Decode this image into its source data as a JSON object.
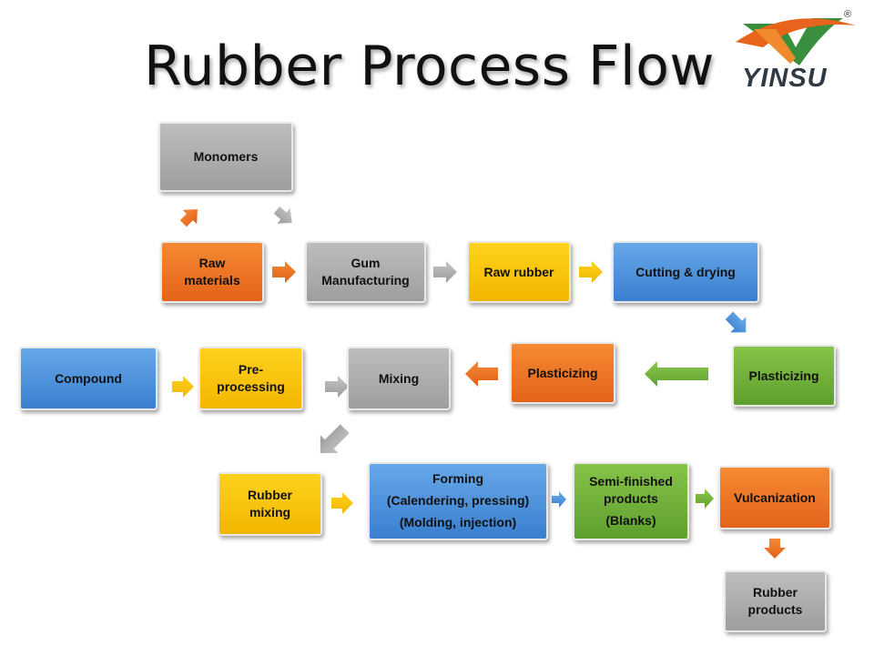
{
  "title": "Rubber Process Flow",
  "logo": {
    "text": "YINSU",
    "registered": "®"
  },
  "colors": {
    "gray": "#a6a6a6",
    "orange": "#ec7226",
    "yellow": "#fac317",
    "blue": "#4f94dd",
    "green": "#73b23b"
  },
  "nodes": {
    "monomers": "Monomers",
    "raw_materials": [
      "Raw",
      "materials"
    ],
    "gum_manufacturing": [
      "Gum",
      "Manufacturing"
    ],
    "raw_rubber": "Raw rubber",
    "cutting_drying": "Cutting & drying",
    "plasticizing_green": "Plasticizing",
    "plasticizing_orange": "Plasticizing",
    "mixing": "Mixing",
    "pre_processing": [
      "Pre-",
      "processing"
    ],
    "compound": "Compound",
    "rubber_mixing": [
      "Rubber",
      "mixing"
    ],
    "forming": [
      "Forming",
      "(Calendering,  pressing)",
      "(Molding,  injection)"
    ],
    "semi_finished": [
      "Semi-finished",
      "products",
      "(Blanks)"
    ],
    "vulcanization": "Vulcanization",
    "rubber_products": [
      "Rubber",
      "products"
    ]
  }
}
